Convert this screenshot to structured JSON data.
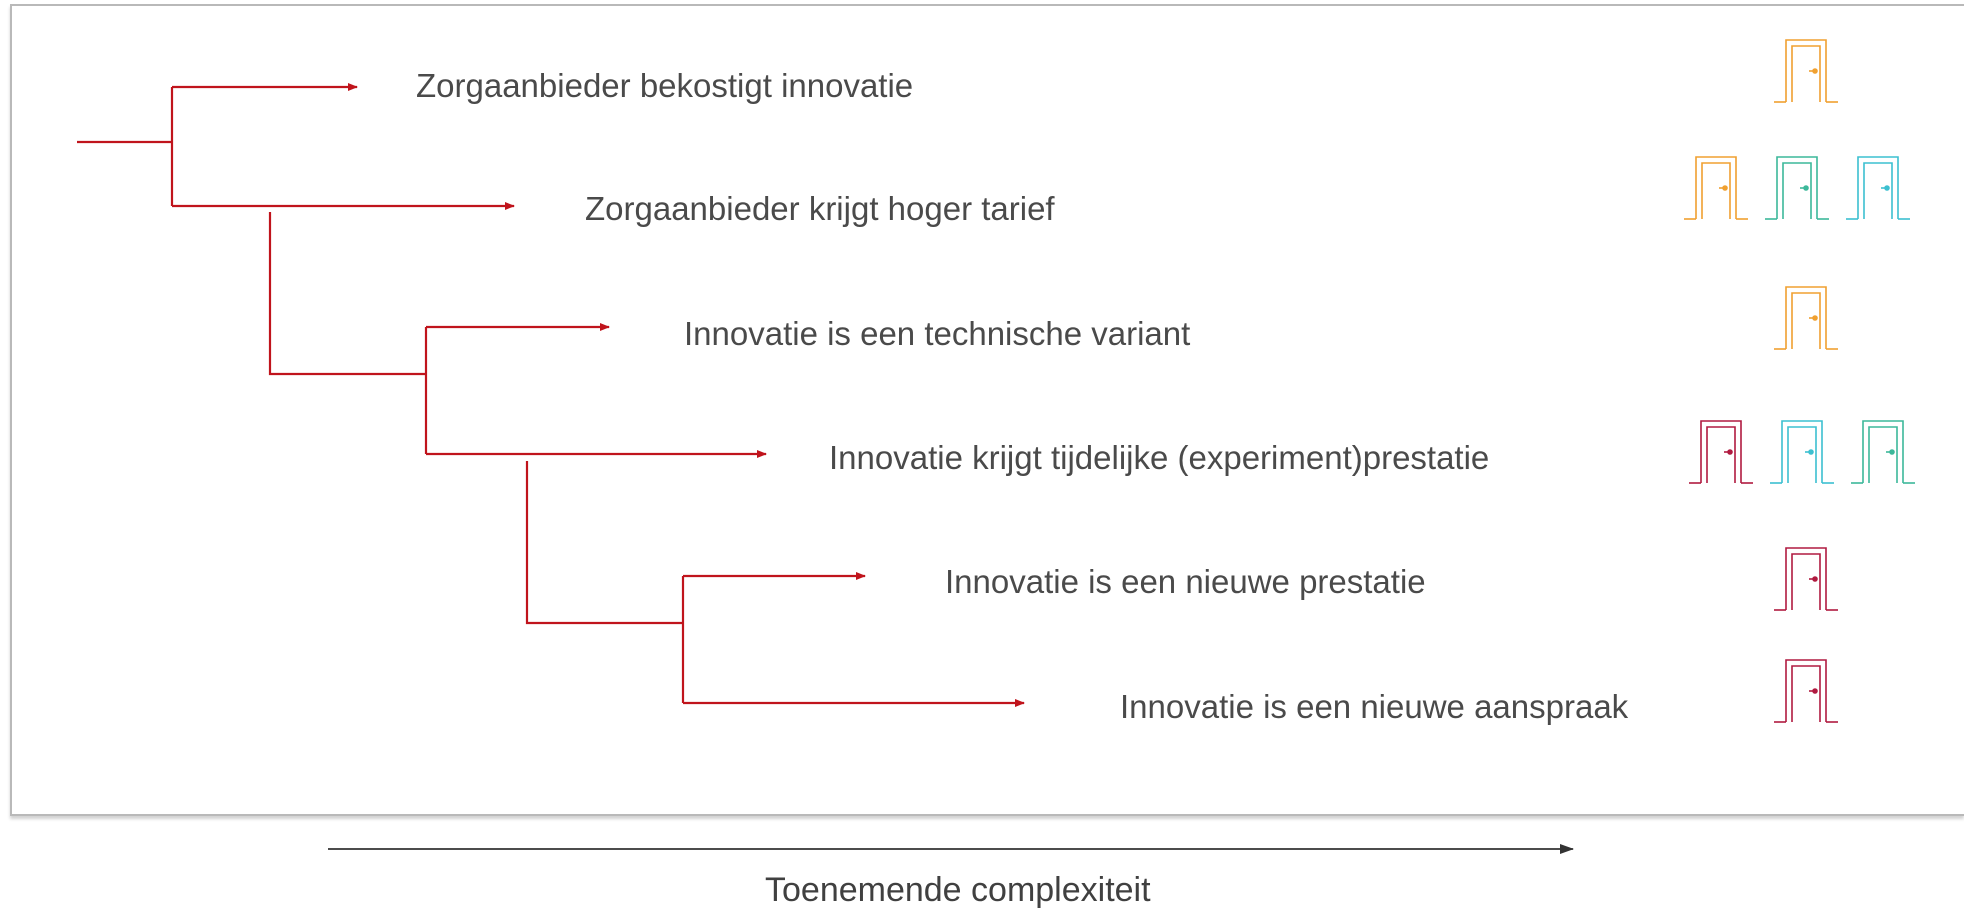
{
  "options": [
    {
      "label": "Zorgaanbieder bekostigt innovatie",
      "doors": [
        "orange"
      ]
    },
    {
      "label": "Zorgaanbieder krijgt hoger tarief",
      "doors": [
        "orange",
        "teal",
        "cyan"
      ]
    },
    {
      "label": "Innovatie is een technische variant",
      "doors": [
        "orange"
      ]
    },
    {
      "label": "Innovatie krijgt tijdelijke (experiment)prestatie",
      "doors": [
        "crimson",
        "cyan",
        "teal"
      ]
    },
    {
      "label": "Innovatie is een nieuwe prestatie",
      "doors": [
        "crimson"
      ]
    },
    {
      "label": "Innovatie is een nieuwe aanspraak",
      "doors": [
        "crimson"
      ]
    }
  ],
  "axis": {
    "label": "Toenemende complexiteit"
  },
  "colors": {
    "branch": "#c0141c",
    "axis_arrow": "#333333",
    "orange": "#f0a030",
    "teal": "#3cb89a",
    "cyan": "#3cc0d0",
    "crimson": "#b01a40"
  },
  "icons": {
    "door": "door-icon"
  }
}
